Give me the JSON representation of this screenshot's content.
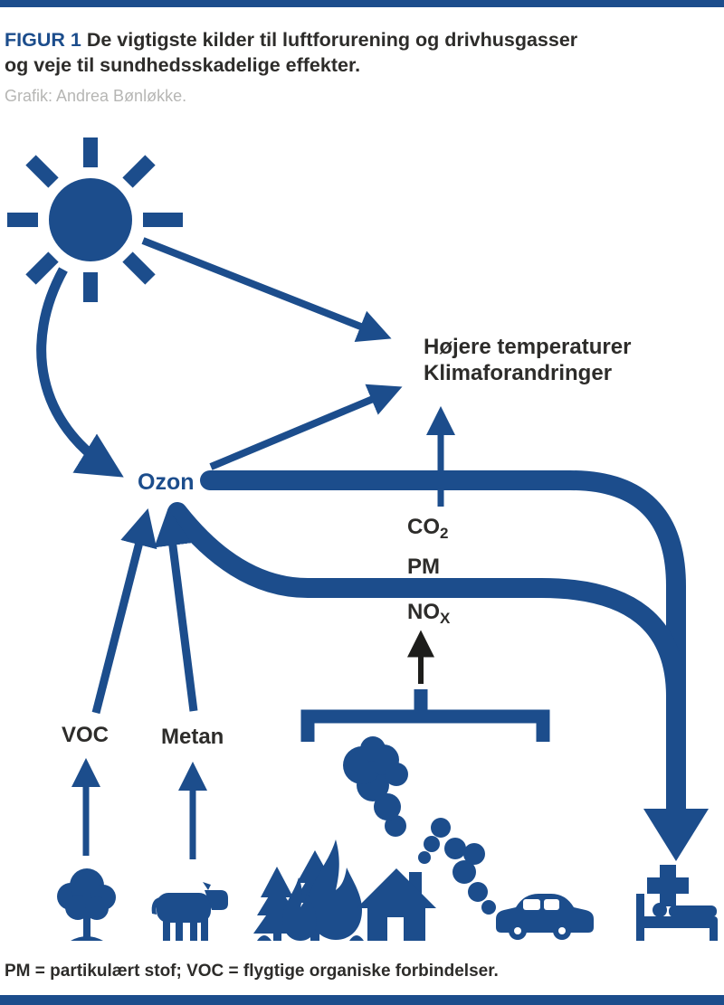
{
  "colors": {
    "navy": "#1c4d8c",
    "text_dark": "#2d2c2a",
    "credit_gray": "#b6b6b4",
    "arrow_black": "#1d1d1b",
    "background": "#ffffff"
  },
  "header": {
    "figure_label": "FIGUR 1",
    "title_line1": "De vigtigste kilder til luftforurening og drivhusgasser",
    "title_line2": "og veje til sundhedsskadelige effekter.",
    "credit": "Grafik: Andrea Bønløkke."
  },
  "diagram": {
    "labels": {
      "climate_line1": "Højere temperaturer",
      "climate_line2": "Klimaforandringer",
      "ozon": "Ozon",
      "co2_main": "CO",
      "co2_sub": "2",
      "pm": "PM",
      "nox_main": "NO",
      "nox_sub": "X",
      "voc": "VOC",
      "metan": "Metan"
    },
    "icons": [
      "sun-icon",
      "tree-icon",
      "cow-icon",
      "forest-fire-icon",
      "fire-smoke-icon",
      "house-icon",
      "car-icon",
      "hospital-bed-icon"
    ]
  },
  "footer": {
    "note": "PM = partikulært stof; VOC = flygtige organiske forbindelser."
  }
}
